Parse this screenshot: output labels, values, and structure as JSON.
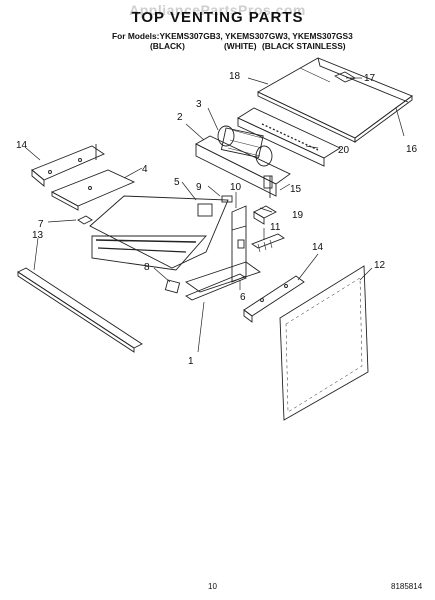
{
  "header": {
    "watermark": "AppliancePartsPros.com",
    "title": "TOP VENTING PARTS",
    "models_line": "For Models:YKEMS307GB3, YKEMS307GW3, YKEMS307GS3",
    "color_black": "(BLACK)",
    "color_white": "(WHITE)",
    "color_stainless": "(BLACK STAINLESS)"
  },
  "callouts": {
    "c1": "1",
    "c2": "2",
    "c3": "3",
    "c4": "4",
    "c5": "5",
    "c6": "6",
    "c7": "7",
    "c8": "8",
    "c9": "9",
    "c10": "10",
    "c11": "11",
    "c12": "12",
    "c13": "13",
    "c14a": "14",
    "c14b": "14",
    "c15": "15",
    "c16": "16",
    "c17": "17",
    "c18": "18",
    "c19": "19",
    "c20": "20"
  },
  "footer": {
    "page_number": "10",
    "document_number": "8185814"
  }
}
